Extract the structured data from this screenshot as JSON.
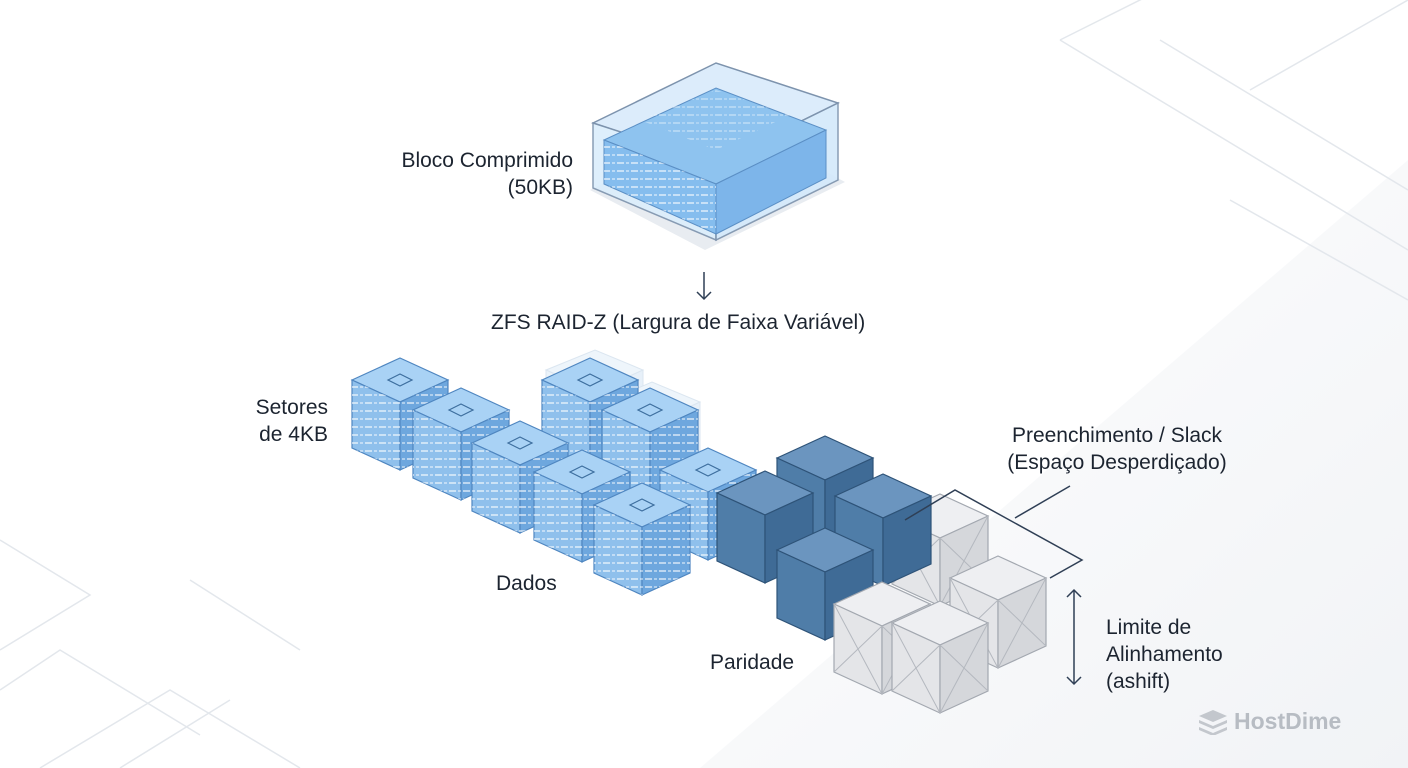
{
  "labels": {
    "compressed_block": [
      "Bloco Comprimido",
      "(50KB)"
    ],
    "raidz": "ZFS RAID-Z (Largura de Faixa Variável)",
    "sectors": [
      "Setores",
      "de 4KB"
    ],
    "padding": [
      "Preenchimento / Slack",
      "(Espaço Desperdiçado)"
    ],
    "data": "Dados",
    "parity": "Paridade",
    "alignment": [
      "Limite de",
      "Alinhamento",
      "(ashift)"
    ]
  },
  "brand": {
    "name": "HostDime",
    "icon": "server-stack-icon"
  },
  "colors": {
    "data_blue": "#8fc0ec",
    "parity_blue": "#4f7da8",
    "padding_gray": "#e4e5e8",
    "line": "#2f3f55"
  }
}
